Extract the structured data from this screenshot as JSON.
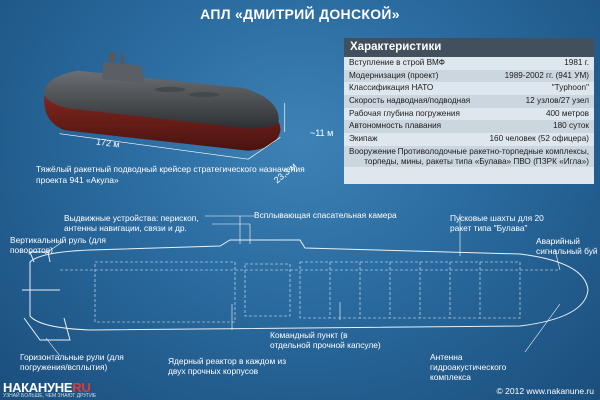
{
  "title": "АПЛ «ДМИТРИЙ ДОНСКОЙ»",
  "render": {
    "length_label": "172 м",
    "height_label": "~11 м",
    "width_label": "23,3 м",
    "caption": "Тяжёлый ракетный подводный крейсер стратегического назначения проекта 941 «Акула»"
  },
  "specs": {
    "header": "Характеристики",
    "rows": [
      {
        "label": "Вступление в строй ВМФ",
        "value": "1981 г."
      },
      {
        "label": "Модернизация (проект)",
        "value": "1989-2002 гг. (941 УМ)"
      },
      {
        "label": "Классификация НАТО",
        "value": "\"Typhoon\""
      },
      {
        "label": "Скорость надводная/подводная",
        "value": "12 узлов/27 узел"
      },
      {
        "label": "Рабочая глубина погружения",
        "value": "400 метров"
      },
      {
        "label": "Автономность плавания",
        "value": "180 суток"
      },
      {
        "label": "Экипаж",
        "value": "160 человек (52 офицера)"
      }
    ],
    "armament_label": "Вооружение",
    "armament_value": "Противолодочные ракетно-торпедные комплексы, торпеды, мины, ракеты типа «Булава» ПВО (ПЗРК «Игла»)"
  },
  "labels": {
    "retractable": "Выдвижные устройства: перископ, антенны навигации, связи и др.",
    "rescue": "Всплывающая спасательная камера",
    "launch": "Пусковые шахты для 20 ракет типа \"Булава\"",
    "vertical_rudder": "Вертикальный руль (для поворотов)",
    "emergency_buoy": "Аварийный сигнальный буй",
    "command": "Командный пункт (в отдельной прочной капсуле)",
    "horizontal_rudders": "Горизонтальные рули (для погружения/всплытия)",
    "reactor": "Ядерный реактор в каждом из двух прочных корпусов",
    "sonar": "Антенна гидроакустического комплекса"
  },
  "footer": {
    "logo_a": "НАКАНУНЕ",
    "logo_b": "RU",
    "logo_sub": "УЗНАЙ БОЛЬШЕ, ЧЕМ ЗНАЮТ ДРУГИЕ",
    "copyright": "© 2012 www.nakanune.ru"
  }
}
